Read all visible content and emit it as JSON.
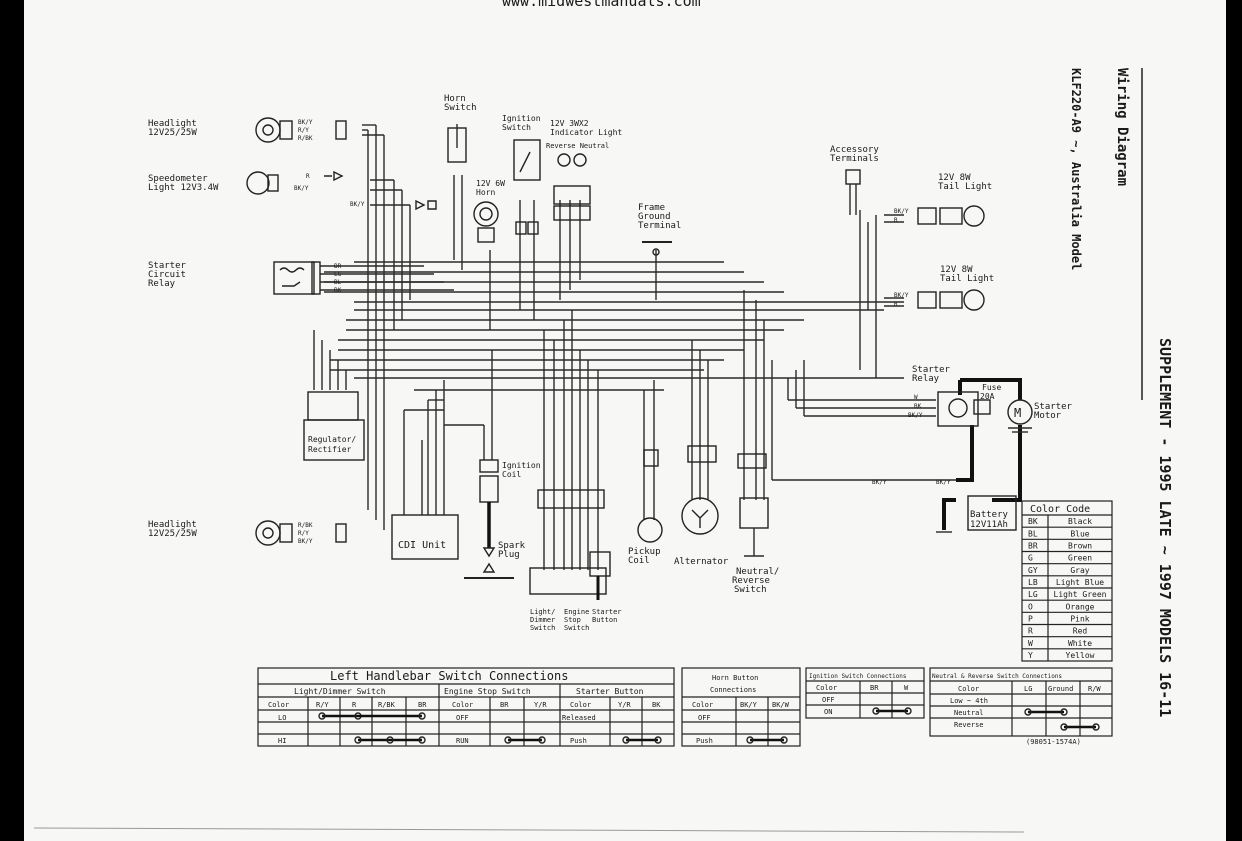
{
  "header_url": "www.midwestmanuals.com",
  "side": {
    "wiring_diagram": "Wiring Diagram",
    "model": "KLF220-A9 ~, Australia Model",
    "supplement": "SUPPLEMENT - 1995 LATE ~ 1997 MODELS 16-11"
  },
  "components": {
    "headlight_top": [
      "Headlight",
      "12V25/25W"
    ],
    "speedometer": [
      "Speedometer",
      "Light 12V3.4W"
    ],
    "starter_relay_circuit": [
      "Starter",
      "Circuit",
      "Relay"
    ],
    "headlight_bottom": [
      "Headlight",
      "12V25/25W"
    ],
    "horn_switch": [
      "Horn",
      "Switch"
    ],
    "ignition_switch": [
      "Ignition",
      "Switch"
    ],
    "indicator": [
      "12V 3WX2",
      "Indicator Light",
      "Reverse Neutral"
    ],
    "horn": [
      "12V 6W",
      "Horn"
    ],
    "frame_ground": [
      "Frame",
      "Ground",
      "Terminal"
    ],
    "accessory": [
      "Accessory",
      "Terminals"
    ],
    "tail_light_1": [
      "12V 8W",
      "Tail Light"
    ],
    "tail_light_2": [
      "12V 8W",
      "Tail Light"
    ],
    "regulator": [
      "Regulator/",
      "Rectifier"
    ],
    "cdi": "CDI Unit",
    "ignition_coil": [
      "Ignition",
      "Coil"
    ],
    "spark_plug": [
      "Spark",
      "Plug"
    ],
    "pickup_coil": [
      "Pickup",
      "Coil"
    ],
    "alternator": "Alternator",
    "neutral_switch": [
      "Neutral/",
      "Reverse",
      "Switch"
    ],
    "starter_relay": [
      "Starter",
      "Relay"
    ],
    "fuse": [
      "Fuse",
      "20A"
    ],
    "starter_motor": [
      "Starter",
      "Motor"
    ],
    "battery": [
      "Battery",
      "12V11Ah"
    ],
    "light_dimmer_switch": [
      "Light/",
      "Dimmer",
      "Switch"
    ],
    "engine_stop_switch": [
      "Engine",
      "Stop",
      "Switch"
    ],
    "starter_button": [
      "Starter",
      "Button"
    ]
  },
  "color_code": {
    "title": "Color Code",
    "rows": [
      [
        "BK",
        "Black"
      ],
      [
        "BL",
        "Blue"
      ],
      [
        "BR",
        "Brown"
      ],
      [
        "G",
        "Green"
      ],
      [
        "GY",
        "Gray"
      ],
      [
        "LB",
        "Light Blue"
      ],
      [
        "LG",
        "Light Green"
      ],
      [
        "O",
        "Orange"
      ],
      [
        "P",
        "Pink"
      ],
      [
        "R",
        "Red"
      ],
      [
        "W",
        "White"
      ],
      [
        "Y",
        "Yellow"
      ]
    ]
  },
  "left_handlebar": {
    "title": "Left Handlebar Switch Connections",
    "light_dimmer": {
      "title": "Light/Dimmer Switch",
      "headers": [
        "Color",
        "R/Y",
        "R",
        "R/BK",
        "BR"
      ],
      "rows": [
        [
          "LO"
        ],
        [
          "HI"
        ]
      ]
    },
    "engine_stop": {
      "title": "Engine Stop Switch",
      "headers": [
        "Color",
        "BR",
        "Y/R"
      ],
      "rows": [
        [
          "OFF"
        ],
        [
          "RUN"
        ]
      ]
    },
    "starter_button": {
      "title": "Starter Button",
      "headers": [
        "Color",
        "Y/R",
        "BK"
      ],
      "rows": [
        [
          "Released"
        ],
        [
          "Push"
        ]
      ]
    }
  },
  "horn_button": {
    "title": [
      "Horn Button",
      "Connections"
    ],
    "headers": [
      "Color",
      "BK/Y",
      "BK/W"
    ],
    "rows": [
      [
        "OFF"
      ],
      [
        "Push"
      ]
    ]
  },
  "ignition_switch_conn": {
    "title": "Ignition Switch Connections",
    "headers": [
      "Color",
      "BR",
      "W"
    ],
    "rows": [
      [
        "OFF"
      ],
      [
        "ON"
      ]
    ]
  },
  "neutral_reverse_conn": {
    "title": "Neutral & Reverse Switch Connections",
    "headers": [
      "Color",
      "LG",
      "Ground",
      "R/W"
    ],
    "rows": [
      [
        "Low ~ 4th"
      ],
      [
        "Neutral"
      ],
      [
        "Reverse"
      ]
    ],
    "part_no": "(98051-1574A)"
  },
  "wire_labels": {
    "head_top": [
      "BK/Y",
      "R/Y",
      "R/BK"
    ],
    "speedo": [
      "R",
      "BK/Y",
      "BK/Y"
    ],
    "relay": [
      "BR",
      "LG",
      "BL",
      "BK"
    ],
    "head_bottom": [
      "R/BK",
      "R/Y",
      "BK/Y"
    ],
    "tail": [
      "BK/Y",
      "R"
    ],
    "starter": [
      "W",
      "BK",
      "BK/Y"
    ],
    "battery": "BK/Y"
  }
}
